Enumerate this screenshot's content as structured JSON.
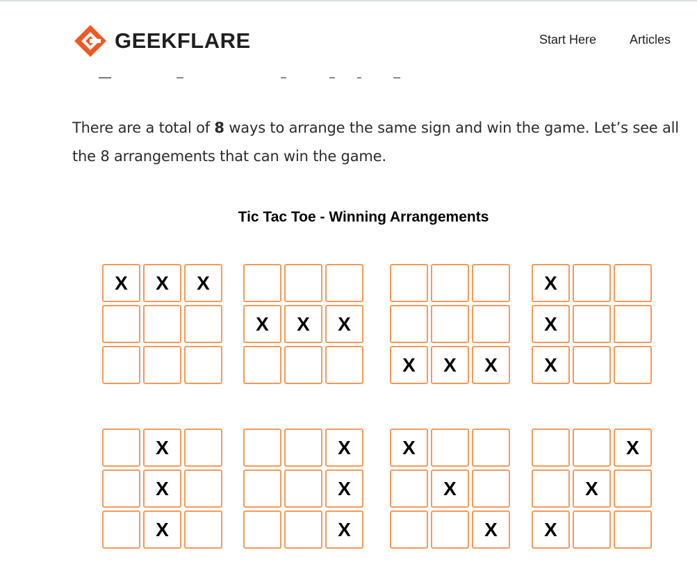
{
  "header": {
    "brand": "GEEKFLARE",
    "brand_color": "#ee5a24",
    "nav": [
      "Start Here",
      "Articles"
    ]
  },
  "article": {
    "paragraph": {
      "before": "There are a total of ",
      "bold": "8",
      "after": " ways to arrange the same sign and win the game. Let’s see all the 8 arrangements that can win the game."
    }
  },
  "figure": {
    "title": "Tic Tac Toe - Winning Arrangements",
    "cell_border_color": "#f39a5c",
    "boards": [
      [
        "X",
        "X",
        "X",
        "",
        "",
        "",
        "",
        "",
        ""
      ],
      [
        "",
        "",
        "",
        "X",
        "X",
        "X",
        "",
        "",
        ""
      ],
      [
        "",
        "",
        "",
        "",
        "",
        "",
        "X",
        "X",
        "X"
      ],
      [
        "X",
        "",
        "",
        "X",
        "",
        "",
        "X",
        "",
        ""
      ],
      [
        "",
        "X",
        "",
        "",
        "X",
        "",
        "",
        "X",
        ""
      ],
      [
        "",
        "",
        "X",
        "",
        "",
        "X",
        "",
        "",
        "X"
      ],
      [
        "X",
        "",
        "",
        "",
        "X",
        "",
        "",
        "",
        "X"
      ],
      [
        "",
        "",
        "X",
        "",
        "X",
        "",
        "X",
        "",
        ""
      ]
    ]
  }
}
